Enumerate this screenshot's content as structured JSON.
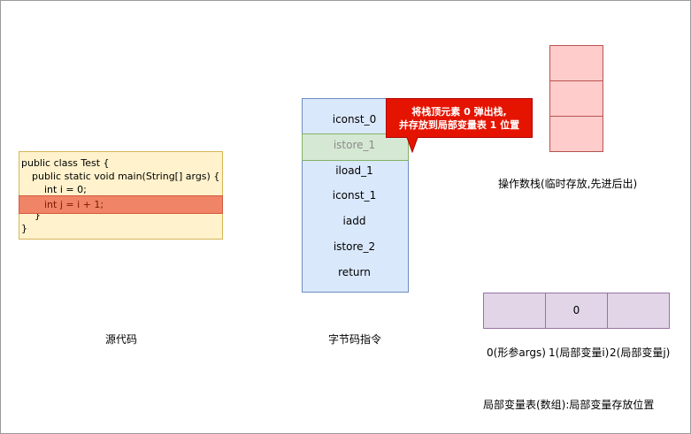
{
  "source_code": {
    "lines": [
      "public class Test {",
      "public static void main(String[] args) {",
      "int i = 0;",
      "int j = i + 1;",
      "}",
      "}"
    ],
    "caption": "源代码"
  },
  "bytecode": {
    "instructions": [
      "iconst_0",
      "istore_1",
      "iload_1",
      "iconst_1",
      "iadd",
      "istore_2",
      "return"
    ],
    "caption": "字节码指令"
  },
  "callout": {
    "line1": "将栈顶元素 0 弹出栈,",
    "line2": "并存放到局部变量表 1 位置"
  },
  "operand_stack": {
    "caption": "操作数栈(临时存放,先进后出)"
  },
  "local_vars": {
    "cells": [
      "",
      "0",
      ""
    ],
    "labels": [
      "0(形参args)",
      "1(局部变量i)",
      "2(局部变量j)"
    ],
    "caption": "局部变量表(数组):局部变量存放位置"
  },
  "colors": {
    "code_bg": "#fff2cc",
    "code_highlight": "#f08466",
    "bytecode_bg": "#dae8fc",
    "bytecode_highlight": "#d5e8d4",
    "callout_bg": "#e51400",
    "stack_bg": "#ffcccc",
    "local_var_bg": "#e1d5e7"
  }
}
